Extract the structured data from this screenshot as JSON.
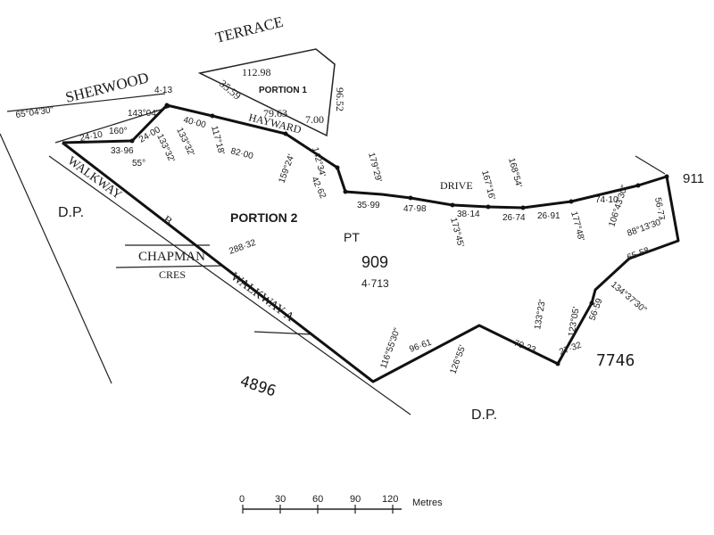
{
  "roads": {
    "terrace": "TERRACE",
    "sherwood": "SHERWOOD",
    "hayward": "HAYWARD",
    "drive": "DRIVE",
    "chapman": "CHAPMAN",
    "cres": "CRES",
    "walkway_upper": "WALKWAY",
    "walkway_b": "B",
    "walkway_lower": "WALKWAY A"
  },
  "parcels": {
    "portion1": "PORTION 1",
    "portion2": "PORTION 2",
    "pt": "PT",
    "lot": "909",
    "area": "4·713",
    "dp_left": "D.P.",
    "dp_right": "D.P.",
    "n4896": "4896",
    "n7746": "7746",
    "n911": "911"
  },
  "portion1_dims": {
    "top": "112.98",
    "left": "35.59",
    "bottom": "79.63",
    "bottom2": "7.00",
    "right": "96.52"
  },
  "dims": {
    "a_top": "65°04'30\"",
    "d2410": "24·10",
    "d160": "160°",
    "d3396": "33·96",
    "d55": "55°",
    "d14304": "143°04'",
    "d413": "4·13",
    "d2400": "24·00",
    "d1335": "133°32'",
    "d133b": "133°32'",
    "d4000": "40·00",
    "d11718": "117°18'",
    "d8200": "82·00",
    "d15924": "159°24'",
    "d4262": "42·62",
    "d14234": "142°34'",
    "d17929": "179°29'",
    "d3599": "35·99",
    "d4798": "47·98",
    "d3814": "38·14",
    "d17345": "173°45'",
    "d16716": "167°16'",
    "d2674": "26·74",
    "d16854": "168°54'",
    "d2691": "26·91",
    "d17748": "177°48'",
    "d7410": "74·10",
    "d10643": "106°43'30\"",
    "d5677": "56·77",
    "d8813": "88°13'30\"",
    "d6558": "65·58",
    "d28832": "288·32",
    "d1165530": "116°55'30\"",
    "d9661": "96·61",
    "d12655": "126°55'",
    "d7023": "70·23",
    "d13323": "133°23'",
    "d2732": "27·32",
    "d12305": "123°05'",
    "d5659": "56·59",
    "d134": "134°37'30\""
  },
  "scale": {
    "ticks": [
      "0",
      "30",
      "60",
      "90",
      "120"
    ],
    "unit": "Metres"
  }
}
